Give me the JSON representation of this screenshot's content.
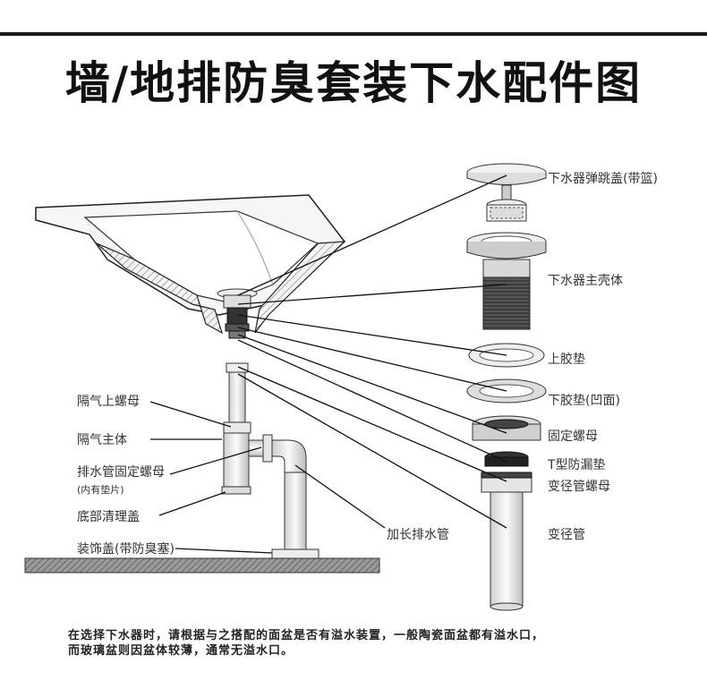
{
  "title": "墙/地排防臭套装下水配件图",
  "labels": {
    "pop_cover": "下水器弹跳盖(带篮)",
    "main_body": "下水器主壳体",
    "upper_gasket": "上胶垫",
    "lower_gasket": "下胶垫(凹面)",
    "fix_nut": "固定螺母",
    "t_gasket": "T型防漏垫",
    "reducer_nut": "变径管螺母",
    "reducer_pipe": "变径管",
    "ext_pipe": "加长排水管",
    "isolation_nut": "隔气上螺母",
    "isolation_body": "隔气主体",
    "pipe_fix_nut": "排水管固定螺母",
    "pipe_fix_nut_note": "(内有垫片)",
    "bottom_cover": "底部清理盖",
    "deco_cover": "装饰盖(带防臭塞)"
  },
  "note": {
    "line1": "在选择下水器时，请根据与之搭配的面盆是否有溢水装置，一般陶瓷面盆都有溢水口，",
    "line2": "而玻璃盆则因盆体较薄，通常无溢水口。"
  }
}
